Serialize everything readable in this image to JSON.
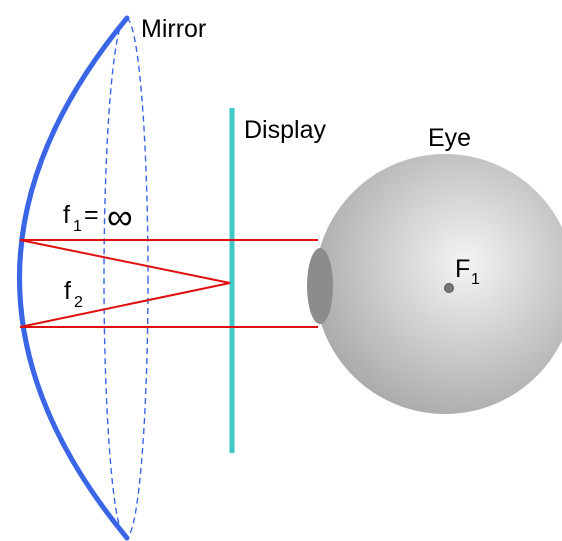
{
  "labels": {
    "mirror": "Mirror",
    "display": "Display",
    "eye": "Eye",
    "f1_base": "f",
    "f1_sub": "1",
    "f1_eq": "=",
    "f1_value": "∞",
    "f2_base": "f",
    "f2_sub": "2",
    "focus_base": "F",
    "focus_sub": "1"
  },
  "colors": {
    "mirror": "#3a66e6",
    "display": "#3fc6c6",
    "rays": "#e01010",
    "eye_light": "#f4f4f4",
    "eye_dark": "#aaaaaa",
    "pupil": "#8c8c8c",
    "focus_point": "#777777"
  }
}
